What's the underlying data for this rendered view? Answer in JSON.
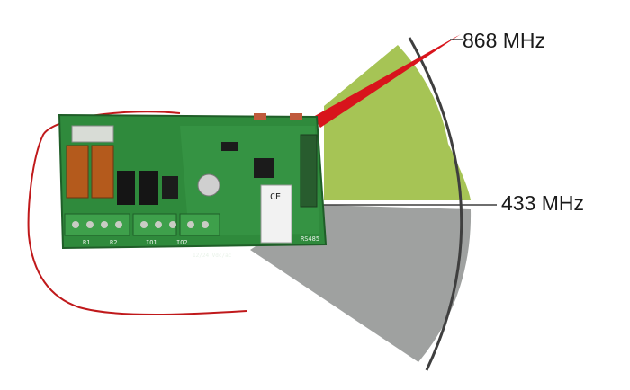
{
  "labels": {
    "freq_high": "868 MHz",
    "freq_low": "433 MHz"
  },
  "board_markings": {
    "ce_mark": "CE",
    "rs485": "RS485",
    "terminals": [
      "R1",
      "R2",
      "IO1",
      "IO2"
    ],
    "power": "12/24 Vdc/ac"
  },
  "colors": {
    "green_sector": "#a6c455",
    "gray_sector": "#9fa1a0",
    "antenna": "#d8141c",
    "pcb": "#2f8a3c",
    "arc": "#3f3f3f"
  }
}
